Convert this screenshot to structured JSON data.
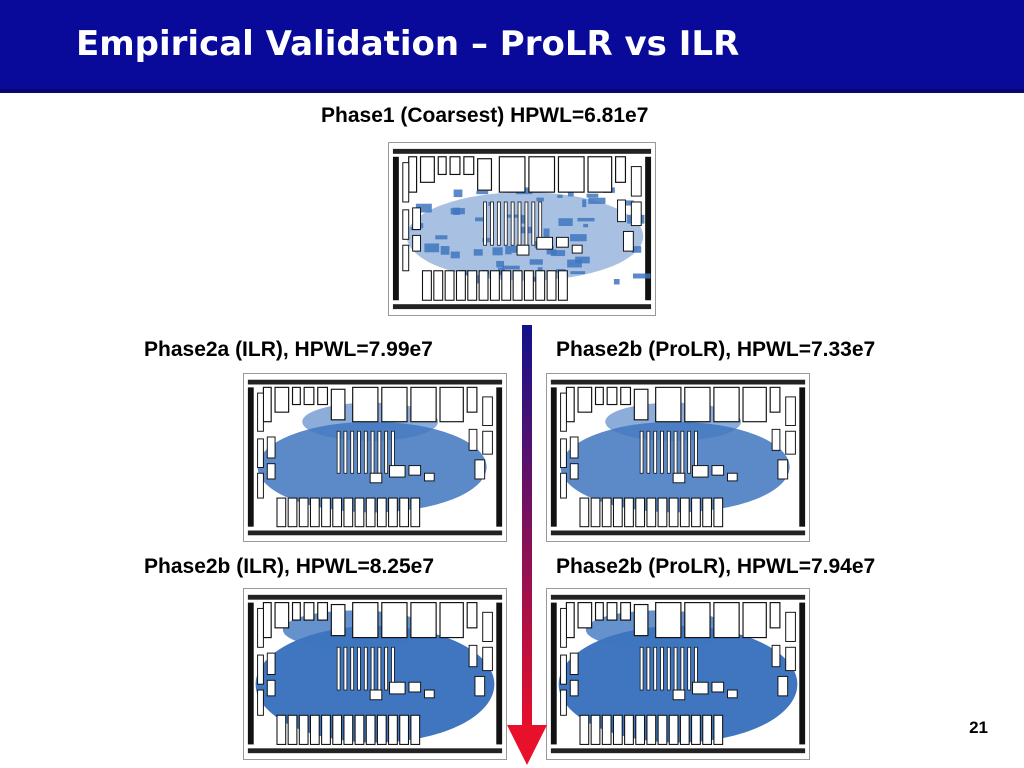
{
  "slide": {
    "title": "Empirical Validation – ProLR vs ILR",
    "page_number": "21"
  },
  "placements": [
    {
      "caption": "Phase1 (Coarsest) HPWL=6.81e7",
      "density": "sparse"
    },
    {
      "caption": "Phase2a (ILR), HPWL=7.99e7",
      "density": "medium"
    },
    {
      "caption": "Phase2b (ProLR), HPWL=7.33e7",
      "density": "medium"
    },
    {
      "caption": "Phase2b (ILR), HPWL=8.25e7",
      "density": "dense"
    },
    {
      "caption": "Phase2b (ProLR), HPWL=7.94e7",
      "density": "dense"
    }
  ],
  "colors": {
    "header_background": "#0a0a9a",
    "cell_fill": "#3f76bf",
    "arrow_top": "#12128c",
    "arrow_bottom": "#e8102a"
  },
  "arrow": {
    "direction": "down"
  }
}
